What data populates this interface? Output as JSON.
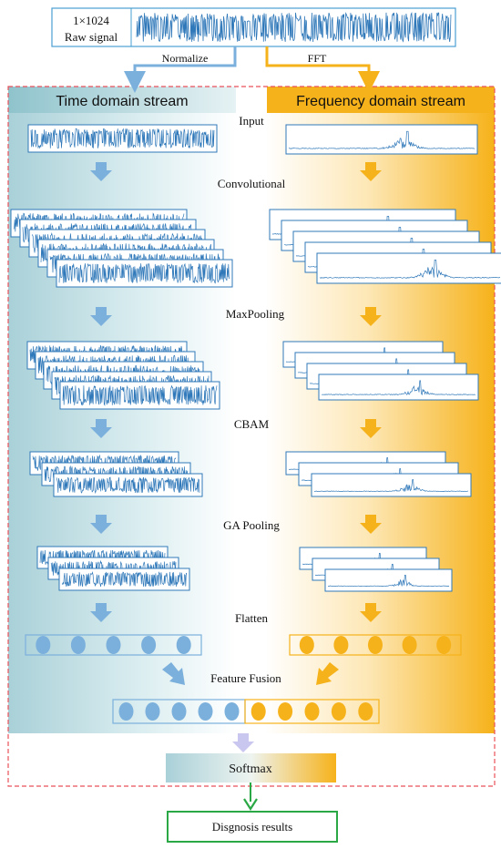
{
  "raw_signal": {
    "line1": "1×1024",
    "line2": "Raw signal"
  },
  "branch_labels": {
    "left": "Normalize",
    "right": "FFT"
  },
  "streams": {
    "left_title": "Time domain stream",
    "right_title": "Frequency domain stream"
  },
  "stages": {
    "input": "Input",
    "convolutional": "Convolutional",
    "maxpooling": "MaxPooling",
    "cbam": "CBAM",
    "ga_pooling": "GA Pooling",
    "flatten": "Flatten",
    "feature_fusion": "Feature Fusion"
  },
  "softmax": "Softmax",
  "result": "Disgnosis results",
  "colors": {
    "time": "#7bb0dc",
    "time_dark": "#1f6bb0",
    "freq": "#f6b21a",
    "teal_bg": "#b9d9df",
    "dashed_border": "#e8505b",
    "result_border": "#2aa845"
  }
}
